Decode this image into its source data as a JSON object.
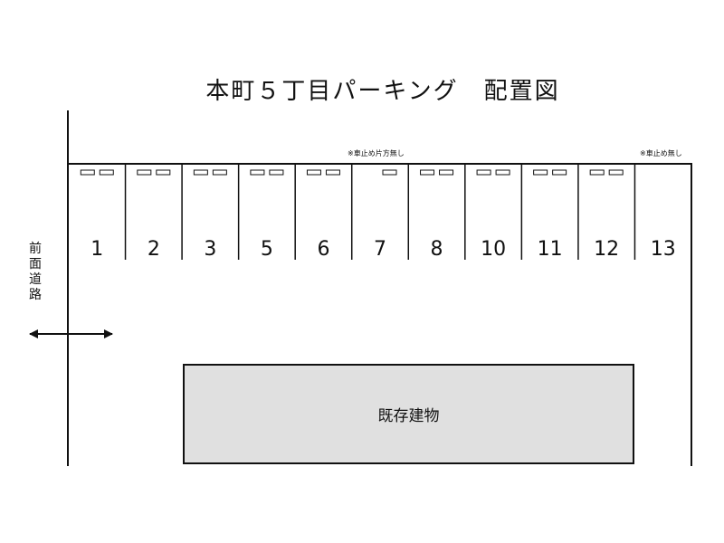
{
  "title": "本町５丁目パーキング　配置図",
  "notes": {
    "left": "※車止め片方無し",
    "right": "※車止め無し"
  },
  "road_label": [
    "前",
    "面",
    "道",
    "路"
  ],
  "building_label": "既存建物",
  "spaces": [
    {
      "number": "1",
      "stoppers": 2
    },
    {
      "number": "2",
      "stoppers": 2
    },
    {
      "number": "3",
      "stoppers": 2
    },
    {
      "number": "5",
      "stoppers": 2
    },
    {
      "number": "6",
      "stoppers": 2
    },
    {
      "number": "7",
      "stoppers": 1
    },
    {
      "number": "8",
      "stoppers": 2
    },
    {
      "number": "10",
      "stoppers": 2
    },
    {
      "number": "11",
      "stoppers": 2
    },
    {
      "number": "12",
      "stoppers": 2
    },
    {
      "number": "13",
      "stoppers": 0
    }
  ]
}
